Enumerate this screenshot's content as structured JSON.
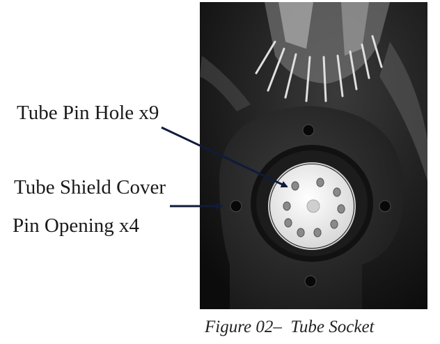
{
  "labels": {
    "pin_hole": "Tube Pin Hole x9",
    "shield_line1": "Tube Shield Cover",
    "shield_line2": "Pin Opening x4"
  },
  "caption": {
    "figure": "Figure 02–",
    "title": "Tube Socket"
  },
  "colors": {
    "arrow": "#101a3a",
    "socket": "#2a2a2a",
    "insert": "#f2f2f2"
  }
}
